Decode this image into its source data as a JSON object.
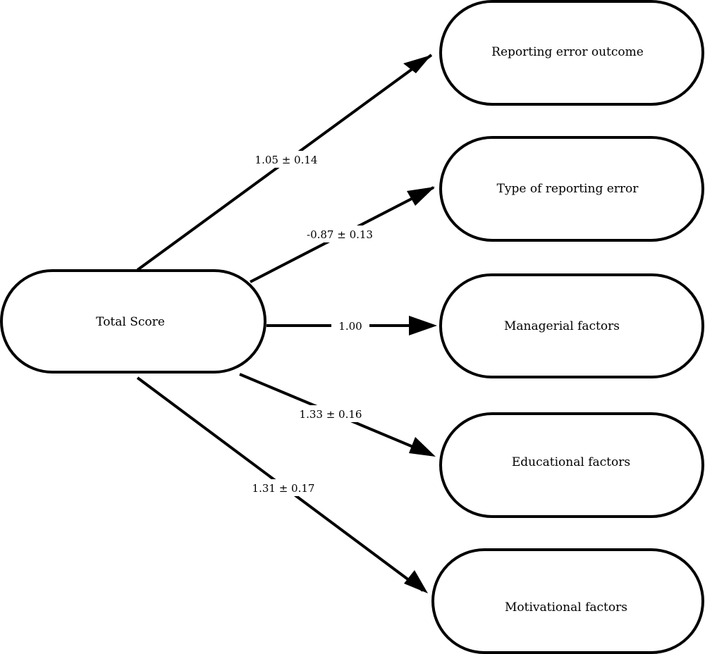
{
  "diagram": {
    "source": {
      "label": "Total Score"
    },
    "targets": [
      {
        "label": "Reporting error outcome",
        "coefficient": "1.05 ± 0.14"
      },
      {
        "label": "Type of reporting error",
        "coefficient": "-0.87 ± 0.13"
      },
      {
        "label": "Managerial factors",
        "coefficient": "1.00"
      },
      {
        "label": "Educational factors",
        "coefficient": "1.33 ± 0.16"
      },
      {
        "label": "Motivational factors",
        "coefficient": "1.31 ± 0.17"
      }
    ]
  }
}
